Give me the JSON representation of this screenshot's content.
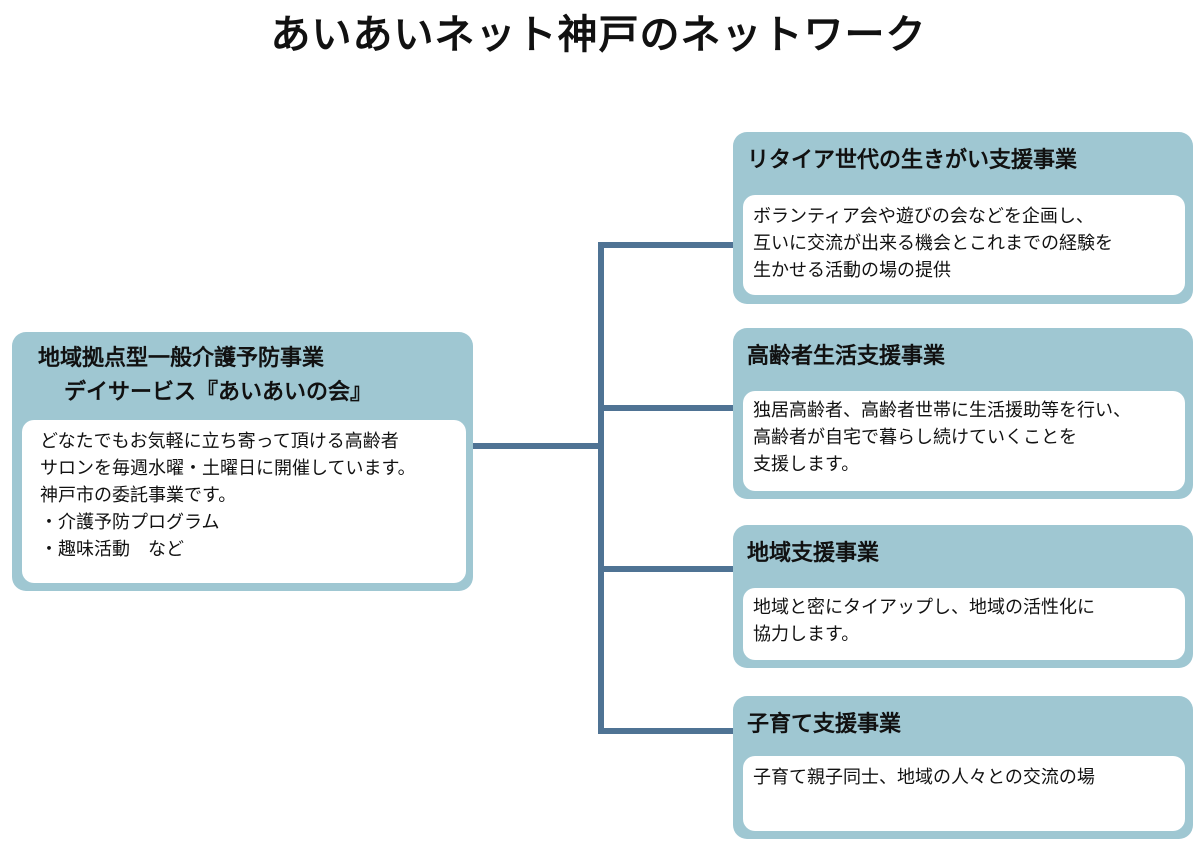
{
  "title": "あいあいネット神戸のネットワーク",
  "main_program": {
    "title_line1": "地域拠点型一般介護予防事業",
    "title_line2": "デイサービス『あいあいの会』",
    "lines": [
      "どなたでもお気軽に立ち寄って頂ける高齢者",
      "サロンを毎週水曜・土曜日に開催しています。",
      "神戸市の委託事業です。",
      "・介護予防プログラム",
      "・趣味活動　など"
    ]
  },
  "programs": [
    {
      "title": "リタイア世代の生きがい支援事業",
      "lines": [
        "ボランティア会や遊びの会などを企画し、",
        "互いに交流が出来る機会とこれまでの経験を",
        "生かせる活動の場の提供"
      ]
    },
    {
      "title": "高齢者生活支援事業",
      "lines": [
        "独居高齢者、高齢者世帯に生活援助等を行い、",
        "高齢者が自宅で暮らし続けていくことを",
        "支援します。"
      ]
    },
    {
      "title": "地域支援事業",
      "lines": [
        "地域と密にタイアップし、地域の活性化に",
        "協力します。"
      ]
    },
    {
      "title": "子育て支援事業",
      "lines": [
        "子育て親子同士、地域の人々との交流の場"
      ]
    }
  ],
  "colors": {
    "card_fill": "#9fc7d2",
    "connector": "#4f7394",
    "body_fill": "#ffffff"
  }
}
